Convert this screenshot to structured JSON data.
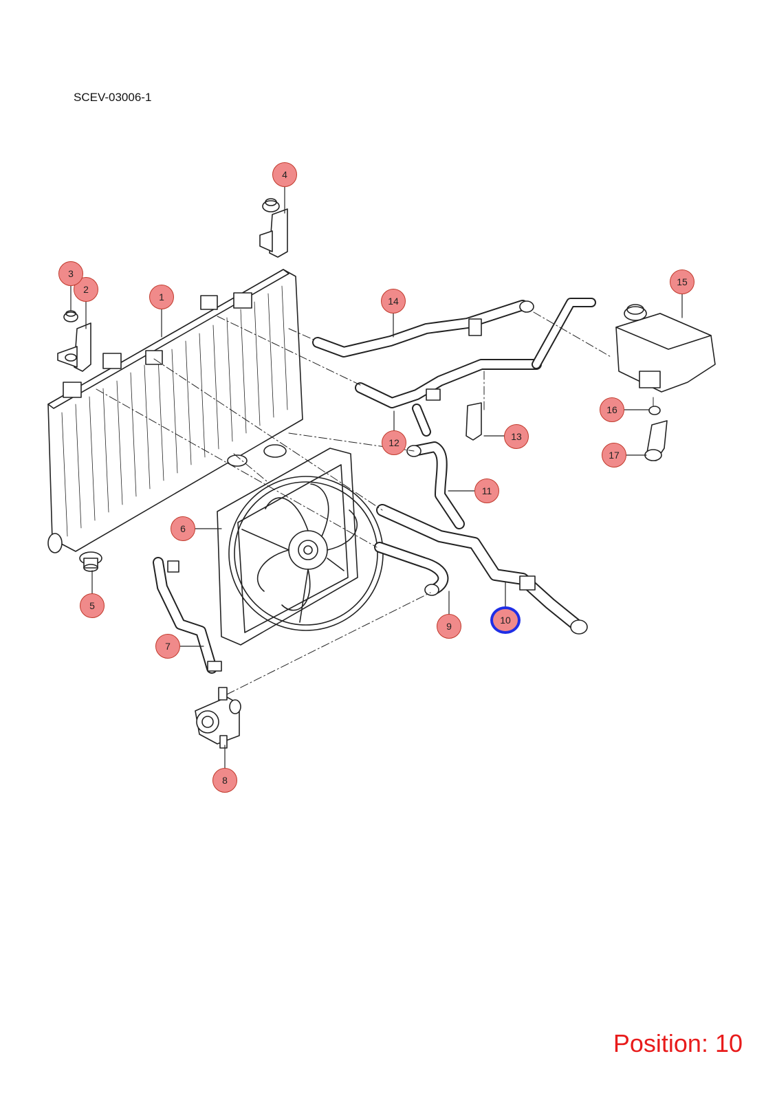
{
  "header": {
    "diagram_code": "SCEV-03006-1"
  },
  "callouts": [
    {
      "label": "1"
    },
    {
      "label": "2"
    },
    {
      "label": "3"
    },
    {
      "label": "4"
    },
    {
      "label": "5"
    },
    {
      "label": "6"
    },
    {
      "label": "7"
    },
    {
      "label": "8"
    },
    {
      "label": "9"
    },
    {
      "label": "10"
    },
    {
      "label": "11"
    },
    {
      "label": "12"
    },
    {
      "label": "13"
    },
    {
      "label": "14"
    },
    {
      "label": "15"
    },
    {
      "label": "16"
    },
    {
      "label": "17"
    }
  ],
  "selected_callout": "10",
  "footer": {
    "position_text": "Position: 10"
  },
  "colors": {
    "callout_fill": "#f08a8a",
    "callout_border": "#c0392b",
    "selection_ring": "#1f2ee6",
    "position_text": "#e81b1b"
  }
}
